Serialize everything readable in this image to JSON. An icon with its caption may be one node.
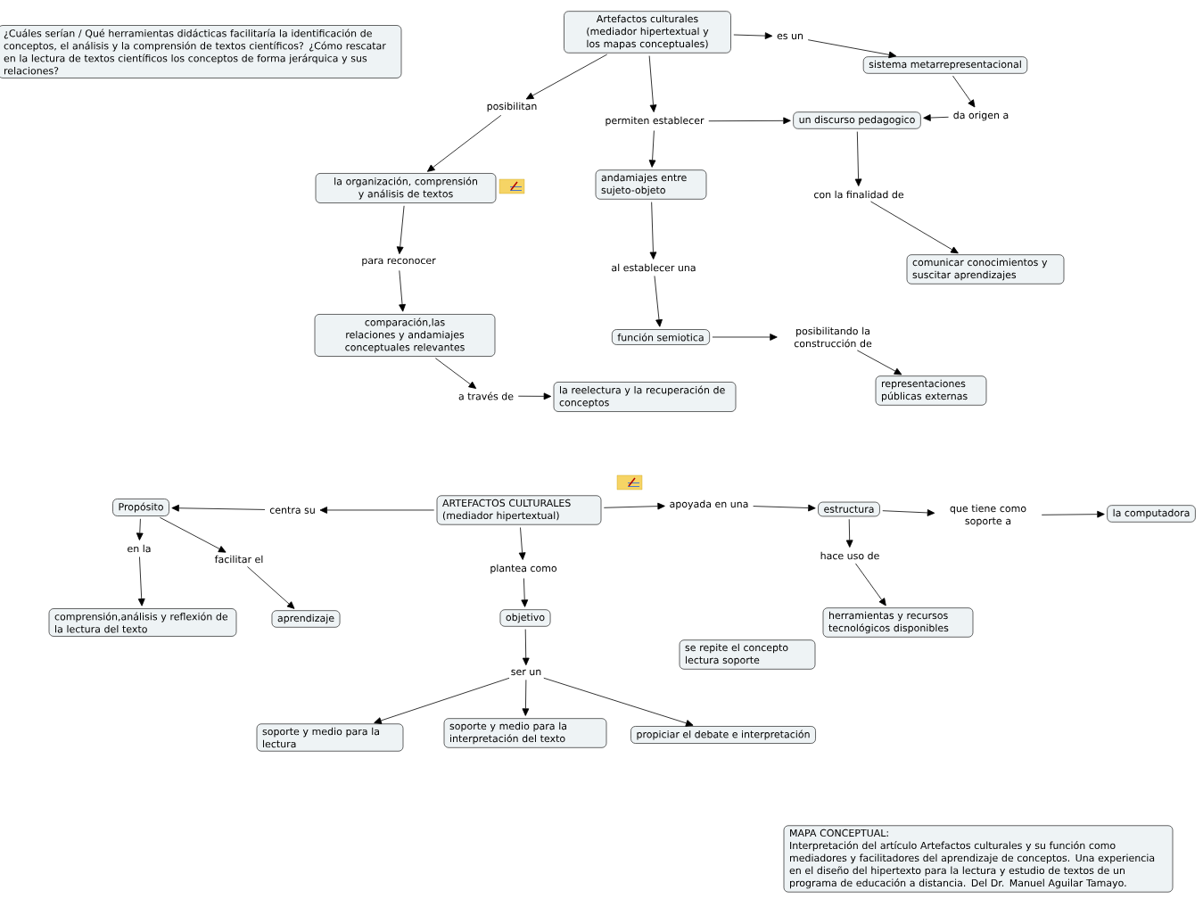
{
  "diagram": {
    "nodes": [
      {
        "text": [
          "¿Cuáles serían / Qué herramientas didácticas facilitaría la identificación de conceptos, el análisis y la comprensión de textos científicos? ¿Cómo rescatar en la lectura de textos científicos los conceptos de forma jerárquica y sus relaciones?"
        ]
      },
      {
        "text": [
          "Artefactos culturales (mediador hipertextual y los mapas conceptuales)"
        ]
      },
      {
        "text": [
          "es un"
        ]
      },
      {
        "text": [
          "sistema metarrepresentacional"
        ]
      },
      {
        "text": [
          "posibilitan"
        ]
      },
      {
        "text": [
          "permiten establecer"
        ]
      },
      {
        "text": [
          "un discurso pedagogico"
        ]
      },
      {
        "text": [
          "da origen a"
        ]
      },
      {
        "text": [
          "la organización, comprensión y análisis de textos"
        ]
      },
      {
        "text": [
          "andamiajes entre sujeto-objeto"
        ]
      },
      {
        "text": [
          "con la finalidad de"
        ]
      },
      {
        "text": [
          "comunicar conocimientos y suscitar aprendizajes"
        ]
      },
      {
        "text": [
          "para reconocer"
        ]
      },
      {
        "text": [
          "al establecer una"
        ]
      },
      {
        "text": [
          "comparación,las relaciones y andamiajes conceptuales relevantes"
        ]
      },
      {
        "text": [
          "función semiotica"
        ]
      },
      {
        "text": [
          "posibilitando la construcción de"
        ]
      },
      {
        "text": [
          "a través de"
        ]
      },
      {
        "text": [
          "la reelectura y la recuperación de conceptos"
        ]
      },
      {
        "text": [
          "representaciones públicas externas"
        ]
      },
      {
        "text": [
          "ARTEFACTOS CULTURALES (mediador hipertextual)"
        ]
      },
      {
        "text": [
          "centra su"
        ]
      },
      {
        "text": [
          "Propósito"
        ]
      },
      {
        "text": [
          "apoyada en una"
        ]
      },
      {
        "text": [
          "estructura"
        ]
      },
      {
        "text": [
          "que tiene como soporte a"
        ]
      },
      {
        "text": [
          "la computadora"
        ]
      },
      {
        "text": [
          "en la"
        ]
      },
      {
        "text": [
          "facilitar el"
        ]
      },
      {
        "text": [
          "plantea como"
        ]
      },
      {
        "text": [
          "hace uso de"
        ]
      },
      {
        "text": [
          "comprensión,análisis y reflexión de la lectura del texto"
        ]
      },
      {
        "text": [
          "aprendizaje"
        ]
      },
      {
        "text": [
          "objetivo"
        ]
      },
      {
        "text": [
          "herramientas y recursos tecnológicos disponibles"
        ]
      },
      {
        "text": [
          "se repite el concepto lectura soporte"
        ]
      },
      {
        "text": [
          "ser un"
        ]
      },
      {
        "text": [
          "soporte y medio para la lectura"
        ]
      },
      {
        "text": [
          "soporte y medio para la interpretación del texto"
        ]
      },
      {
        "text": [
          "propiciar el debate e interpretación"
        ]
      },
      {
        "text": [
          "MAPA CONCEPTUAL:",
          "Interpretación del artículo Artefactos culturales y su función como mediadores y facilitadores del aprendizaje de conceptos. Una experiencia en el diseño del hipertexto para la lectura y estudio de textos de un programa de educación a distancia. Del Dr. Manuel Aguilar Tamayo."
        ]
      }
    ],
    "edges": [
      {
        "from": 1,
        "to": 4,
        "arrow": "to"
      },
      {
        "from": 4,
        "to": 8,
        "arrow": "to"
      },
      {
        "from": 1,
        "to": 5,
        "arrow": "to"
      },
      {
        "from": 5,
        "to": 9,
        "arrow": "to"
      },
      {
        "from": 5,
        "to": 6,
        "arrow": "to"
      },
      {
        "from": 1,
        "to": 2,
        "arrow": "to"
      },
      {
        "from": 2,
        "to": 3,
        "arrow": "to"
      },
      {
        "from": 3,
        "to": 7,
        "arrow": "to"
      },
      {
        "from": 7,
        "to": 6,
        "arrow": "to"
      },
      {
        "from": 6,
        "to": 10,
        "arrow": "to"
      },
      {
        "from": 10,
        "to": 11,
        "arrow": "to"
      },
      {
        "from": 8,
        "to": 12,
        "arrow": "to"
      },
      {
        "from": 12,
        "to": 14,
        "arrow": "to"
      },
      {
        "from": 9,
        "to": 13,
        "arrow": "to"
      },
      {
        "from": 13,
        "to": 15,
        "arrow": "to"
      },
      {
        "from": 15,
        "to": 16,
        "arrow": "to"
      },
      {
        "from": 16,
        "to": 19,
        "arrow": "to"
      },
      {
        "from": 14,
        "to": 17,
        "arrow": "to"
      },
      {
        "from": 17,
        "to": 18,
        "arrow": "to"
      },
      {
        "from": 20,
        "to": 21,
        "arrow": "to"
      },
      {
        "from": 21,
        "to": 22,
        "arrow": "to"
      },
      {
        "from": 20,
        "to": 23,
        "arrow": "to"
      },
      {
        "from": 23,
        "to": 24,
        "arrow": "to"
      },
      {
        "from": 24,
        "to": 25,
        "arrow": "to"
      },
      {
        "from": 25,
        "to": 26,
        "arrow": "to"
      },
      {
        "from": 22,
        "to": 27,
        "arrow": "to"
      },
      {
        "from": 27,
        "to": 31,
        "arrow": "to"
      },
      {
        "from": 22,
        "to": 28,
        "arrow": "to"
      },
      {
        "from": 28,
        "to": 32,
        "arrow": "to"
      },
      {
        "from": 20,
        "to": 29,
        "arrow": "to"
      },
      {
        "from": 29,
        "to": 33,
        "arrow": "to"
      },
      {
        "from": 24,
        "to": 30,
        "arrow": "to"
      },
      {
        "from": 30,
        "to": 34,
        "arrow": "to"
      },
      {
        "from": 33,
        "to": 36,
        "arrow": "to"
      },
      {
        "from": 36,
        "to": 37,
        "arrow": "to"
      },
      {
        "from": 36,
        "to": 38,
        "arrow": "to"
      },
      {
        "from": 36,
        "to": 39,
        "arrow": "to"
      }
    ]
  }
}
